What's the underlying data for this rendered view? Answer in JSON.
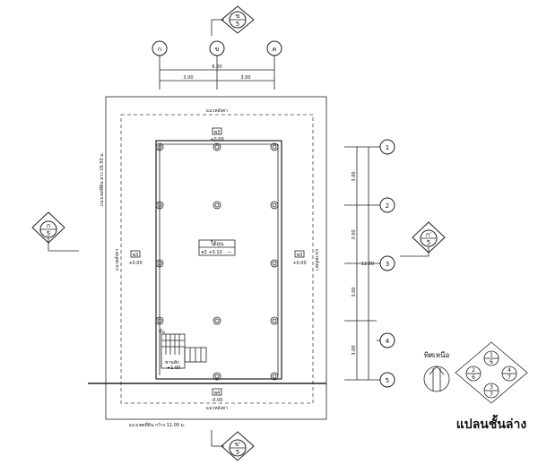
{
  "top_grid_labels": [
    "ก",
    "ข",
    "ค"
  ],
  "side_grid_labels": [
    "1",
    "2",
    "3",
    "4",
    "5"
  ],
  "dims": {
    "top_total": "6.00",
    "top_left": "3.00",
    "top_right": "3.00",
    "side_total": "12.00",
    "side_segments": [
      "3.00",
      "3.00",
      "3.00",
      "3.00"
    ]
  },
  "section_markers": {
    "top": {
      "letter": "ข",
      "sheet": "5"
    },
    "bottom": {
      "letter": "ข'",
      "sheet": "5"
    },
    "left": {
      "letter": "ก",
      "sheet": "5"
    },
    "right": {
      "letter": "ก'",
      "sheet": "5"
    }
  },
  "labels": {
    "boundary_top": "แนวหลังคา",
    "boundary_bottom": "แนวหลังคา",
    "boundary_left_vertical": "แนวหลังคา",
    "boundary_right_vertical": "แนวหลังคา",
    "setback_left": "แนวเขตที่ดิน ยาว 16.50 ม.",
    "setback_bottom": "แนวเขตที่ดิน กว้าง 11.00 ม."
  },
  "level_tags": {
    "top": {
      "tag": "พ3",
      "level": "+0.00"
    },
    "left": {
      "tag": "พ3",
      "level": "+0.00"
    },
    "right": {
      "tag": "พ3",
      "level": "+0.00"
    },
    "bottom": {
      "tag": "พ4",
      "level": "-0.00"
    },
    "center_title": "ใต้ถุน",
    "center_tag": "พ3 +0.10",
    "center_tag_suffix": "—"
  },
  "stair": {
    "up_label": "ขึ้น",
    "landing_label": "ชานพัก",
    "landing_level": "+1.00"
  },
  "north": {
    "label": "ทิศเหนือ"
  },
  "key_marker": {
    "top": "1",
    "top_sub": "6",
    "left": "2",
    "left_sub": "6",
    "right": "4",
    "right_sub": "7",
    "bottom": "3",
    "bottom_sub": "7"
  },
  "title": "แปลนชั้นล่าง"
}
